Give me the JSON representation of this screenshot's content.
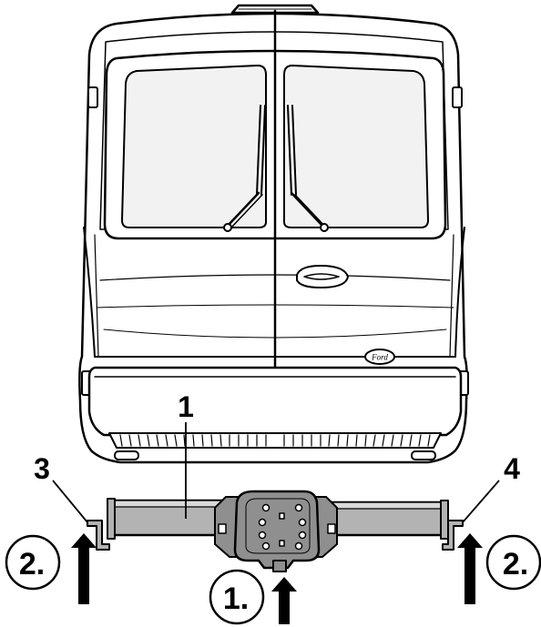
{
  "callouts": {
    "part_1": "1",
    "part_3": "3",
    "part_4": "4"
  },
  "steps": {
    "step_left": "2.",
    "step_center": "1.",
    "step_right": "2."
  },
  "logo": {
    "brand": "Ford"
  },
  "colors": {
    "line": "#000000",
    "body_fill": "#ffffff",
    "window_fill": "#f2f2f2",
    "bar_fill": "#b3b3b3",
    "plate_fill": "#8f8f8f"
  }
}
